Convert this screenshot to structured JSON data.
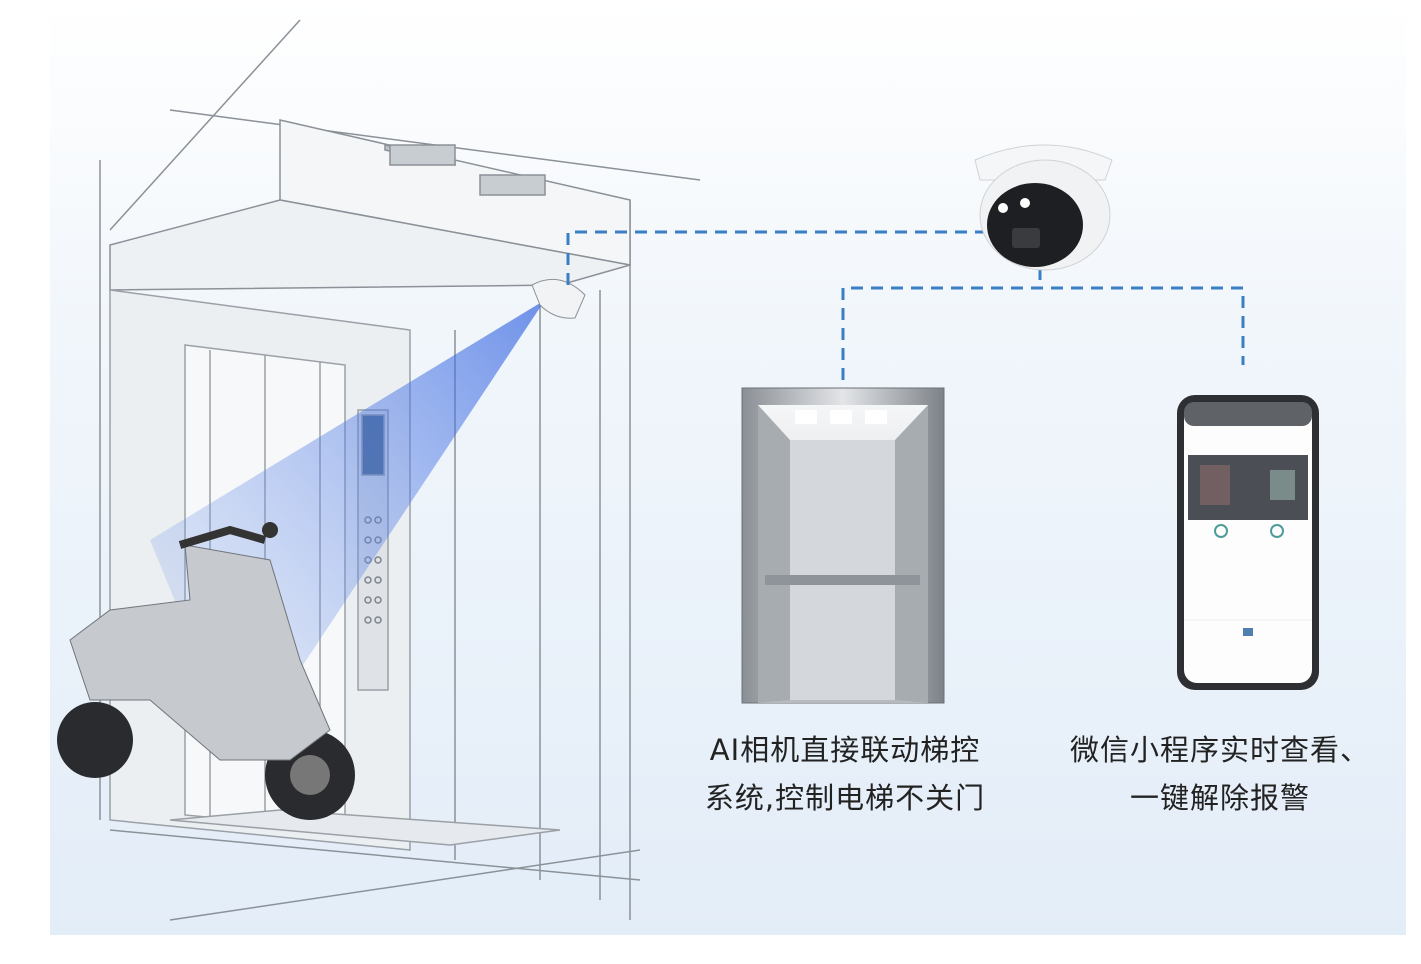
{
  "captions": {
    "elevator_control": {
      "line1": "AI相机直接联动梯控",
      "line2": "系统,控制电梯不关门"
    },
    "wechat_app": {
      "line1": "微信小程序实时查看、",
      "line2": "一键解除报警"
    }
  },
  "colors": {
    "connector": "#3a7fc4",
    "camera_beam": "#3b6fe0",
    "background": "#e6eff8"
  }
}
